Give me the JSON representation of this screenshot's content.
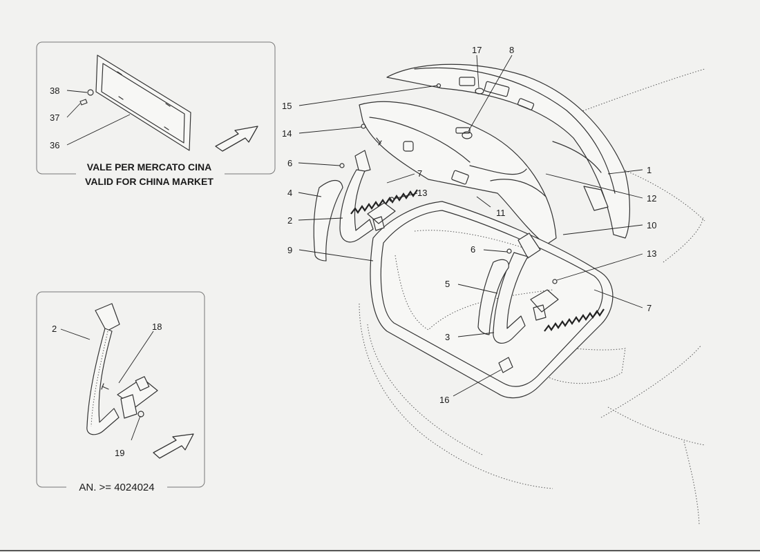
{
  "inset_china": {
    "note_line1": "VALE PER MERCATO CINA",
    "note_line2": "VALID FOR CHINA MARKET",
    "callouts": [
      "38",
      "37",
      "36"
    ]
  },
  "inset_an": {
    "note": "AN. >= 4024024",
    "callouts": [
      "2",
      "18",
      "19"
    ]
  },
  "main": {
    "callouts": {
      "c17": "17",
      "c8": "8",
      "c15": "15",
      "c14": "14",
      "c6a": "6",
      "c7a": "7",
      "c13a": "13",
      "c4": "4",
      "c2": "2",
      "c9": "9",
      "c11": "11",
      "c1": "1",
      "c12": "12",
      "c10": "10",
      "c6b": "6",
      "c13b": "13",
      "c5": "5",
      "c7b": "7",
      "c3": "3",
      "c16": "16"
    }
  }
}
